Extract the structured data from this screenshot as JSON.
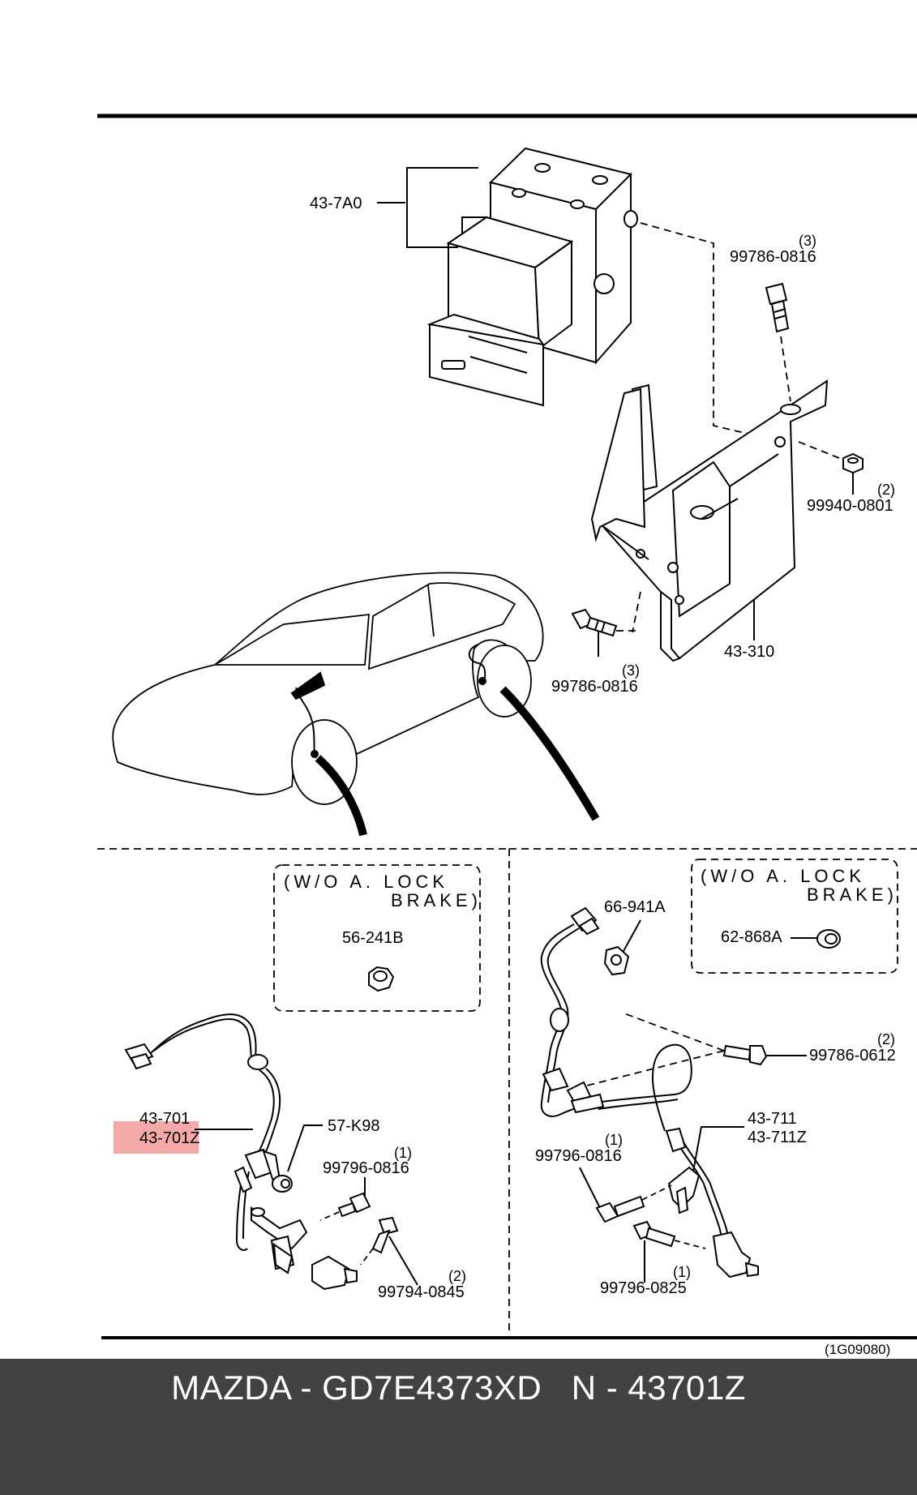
{
  "labels": {
    "hcu": "43-7A0",
    "bolt_top": "99786-0816",
    "bolt_top_qty": "(3)",
    "nut": "99940-0801",
    "nut_qty": "(2)",
    "bracket": "43-310",
    "bolt_mid": "99786-0816",
    "bolt_mid_qty": "(3)",
    "note_left_l1": "(W/O A. LOCK",
    "note_left_l2": "BRAKE)",
    "cap_left": "56-241B",
    "sensor_front_a": "43-701",
    "sensor_front_b": "43-701Z",
    "clip_front": "57-K98",
    "bolt_front_a": "99796-0816",
    "bolt_front_a_qty": "(1)",
    "bolt_front_b": "99794-0845",
    "bolt_front_b_qty": "(2)",
    "clip_rear": "66-941A",
    "note_right_l1": "(W/O A. LOCK",
    "note_right_l2": "BRAKE)",
    "cap_right": "62-868A",
    "bolt_rear_a": "99786-0612",
    "bolt_rear_a_qty": "(2)",
    "sensor_rear_a": "43-711",
    "sensor_rear_b": "43-711Z",
    "bolt_rear_b": "99796-0816",
    "bolt_rear_b_qty": "(1)",
    "bolt_rear_c": "99796-0825",
    "bolt_rear_c_qty": "(1)",
    "diagram_ref": "(1G09080)"
  },
  "highlight_color": "#f29a9a",
  "footer": {
    "title": "MAZDA - GD7E4373XD   N - 43701Z",
    "background": "#424242"
  }
}
